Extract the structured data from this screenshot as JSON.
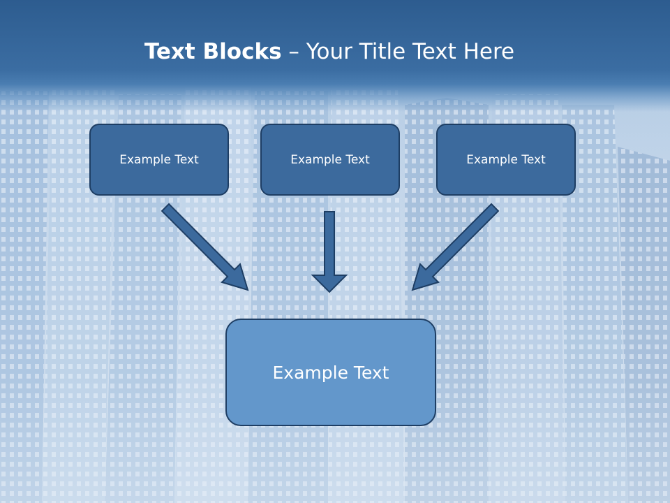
{
  "slide": {
    "title_bold": "Text Blocks",
    "title_rest": " – Your Title Text Here"
  },
  "blocks": [
    {
      "label": "Example Text"
    },
    {
      "label": "Example Text"
    },
    {
      "label": "Example Text"
    }
  ],
  "target_block": {
    "label": "Example Text"
  },
  "colors": {
    "title_band": "#3b6da2",
    "small_box_fill": "#3c6a9d",
    "main_box_fill": "#6397cb",
    "outline": "#1e3e64"
  },
  "icons": [
    "arrow-down-right-icon",
    "arrow-down-icon",
    "arrow-down-left-icon"
  ]
}
